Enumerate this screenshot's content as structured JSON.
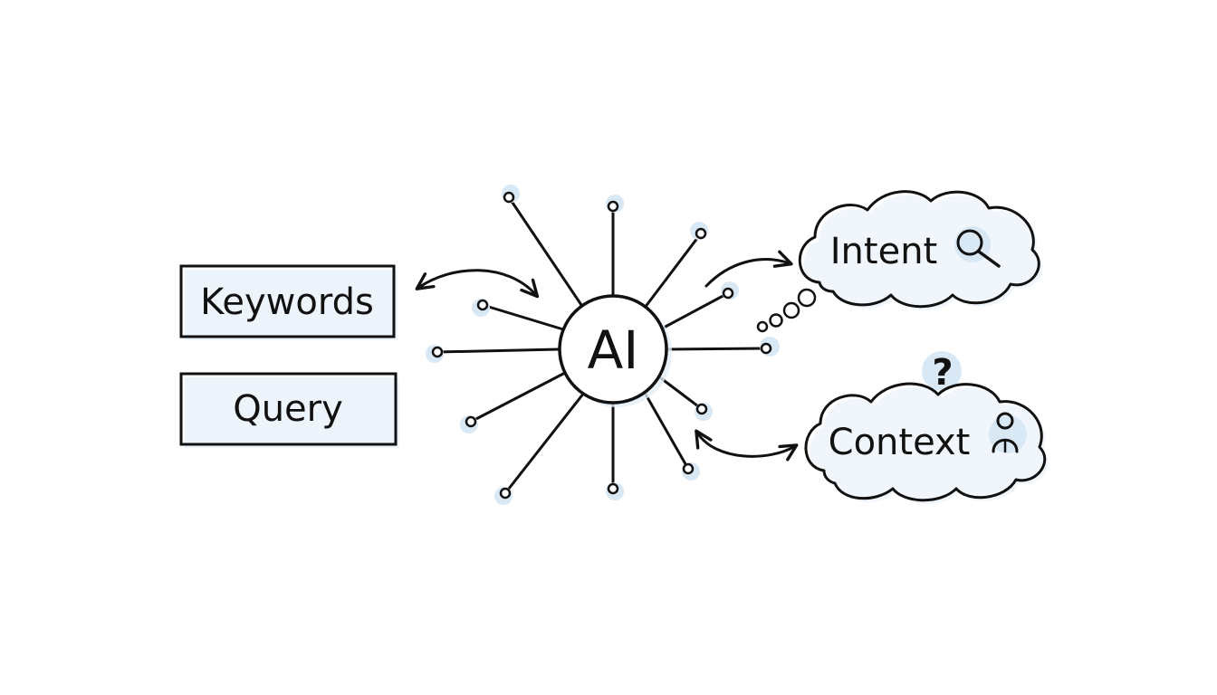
{
  "boxes": [
    {
      "label": "Keywords"
    },
    {
      "label": "Query"
    }
  ],
  "hub": {
    "label": "AI"
  },
  "clouds": [
    {
      "label": "Intent",
      "icon": "magnifier-icon"
    },
    {
      "label": "Context",
      "icon": "person-icon"
    }
  ],
  "question_mark": "?",
  "colors": {
    "ink": "#111111",
    "tint": "#d9e8f5",
    "background": "#ffffff"
  }
}
